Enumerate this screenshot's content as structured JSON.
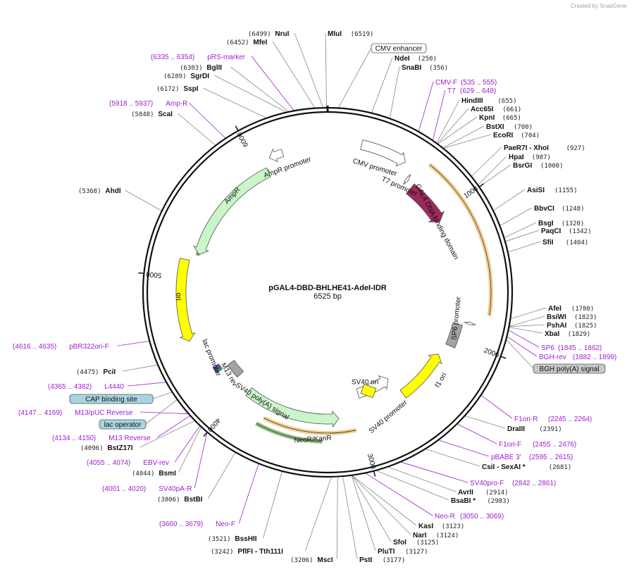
{
  "plasmid": {
    "name": "pGAL4-DBD-BHLHE41-AdeI-IDR",
    "size": "6525 bp",
    "length": 6525
  },
  "credit": "Created by SnapGene",
  "ticks": [
    "1000",
    "2000",
    "3000",
    "4000",
    "5000",
    "6000"
  ],
  "sites_left": [
    {
      "pos": "(6499)",
      "name": "NruI"
    },
    {
      "pos": "(6452)",
      "name": "MfeI"
    },
    {
      "pos": "(6303)",
      "name": "BglII"
    },
    {
      "pos": "(6289)",
      "name": "SgrDI"
    },
    {
      "pos": "(6172)",
      "name": "SspI"
    },
    {
      "pos": "(5848)",
      "name": "ScaI"
    },
    {
      "pos": "(5368)",
      "name": "AhdI"
    },
    {
      "pos": "(4475)",
      "name": "PciI"
    },
    {
      "pos": "(4096)",
      "name": "BstZ17I"
    },
    {
      "pos": "(4044)",
      "name": "BsmI"
    },
    {
      "pos": "(3806)",
      "name": "BstBI"
    },
    {
      "pos": "(3521)",
      "name": "BssHII"
    },
    {
      "pos": "(3242)",
      "name": "PflFI - Tth111I"
    },
    {
      "pos": "(3206)",
      "name": "MscI"
    }
  ],
  "sites_right": [
    {
      "name": "MluI",
      "pos": "(6519)"
    },
    {
      "name": "NdeI",
      "pos": "(250)"
    },
    {
      "name": "SnaBI",
      "pos": "(356)"
    },
    {
      "name": "HindIII",
      "pos": "(655)"
    },
    {
      "name": "Acc65I",
      "pos": "(661)"
    },
    {
      "name": "KpnI",
      "pos": "(665)"
    },
    {
      "name": "BstXI",
      "pos": "(700)"
    },
    {
      "name": "EcoRI",
      "pos": "(704)"
    },
    {
      "name": "PaeR7I - XhoI",
      "pos": "(927)"
    },
    {
      "name": "HpaI",
      "pos": "(987)"
    },
    {
      "name": "BsrGI",
      "pos": "(1000)"
    },
    {
      "name": "AsiSI",
      "pos": "(1155)"
    },
    {
      "name": "BbvCI",
      "pos": "(1248)"
    },
    {
      "name": "BsgI",
      "pos": "(1320)"
    },
    {
      "name": "PaqCI",
      "pos": "(1342)"
    },
    {
      "name": "SfiI",
      "pos": "(1404)"
    },
    {
      "name": "AfeI",
      "pos": "(1780)"
    },
    {
      "name": "BsiWI",
      "pos": "(1823)"
    },
    {
      "name": "PshAI",
      "pos": "(1825)"
    },
    {
      "name": "XbaI",
      "pos": "(1829)"
    },
    {
      "name": "DraIII",
      "pos": "(2391)"
    },
    {
      "name": "CsiI - SexAI *",
      "pos": "(2681)"
    },
    {
      "name": "AvrII",
      "pos": "(2914)"
    },
    {
      "name": "BsaBI *",
      "pos": "(2983)"
    },
    {
      "name": "KasI",
      "pos": "(3123)"
    },
    {
      "name": "NarI",
      "pos": "(3124)"
    },
    {
      "name": "SfoI",
      "pos": "(3125)"
    },
    {
      "name": "PluTI",
      "pos": "(3127)"
    },
    {
      "name": "PstI",
      "pos": "(3177)"
    }
  ],
  "primers_left": [
    {
      "range": "(6335 .. 6354)",
      "name": "pRS-marker"
    },
    {
      "range": "(5918 .. 5937)",
      "name": "Amp-R"
    },
    {
      "range": "(4616 .. 4635)",
      "name": "pBR322ori-F"
    },
    {
      "range": "(4365 .. 4382)",
      "name": "L4440"
    },
    {
      "range": "(4147 .. 4169)",
      "name": "M13/pUC Reverse"
    },
    {
      "range": "(4134 .. 4150)",
      "name": "M13 Reverse"
    },
    {
      "range": "(4055 .. 4074)",
      "name": "EBV-rev"
    },
    {
      "range": "(4001 .. 4020)",
      "name": "SV40pA-R"
    },
    {
      "range": "(3660 .. 3679)",
      "name": "Neo-F"
    }
  ],
  "primers_right": [
    {
      "name": "CMV-F",
      "range": "(535 .. 555)"
    },
    {
      "name": "T7",
      "range": "(629 .. 648)"
    },
    {
      "name": "SP6",
      "range": "(1845 .. 1862)"
    },
    {
      "name": "BGH-rev",
      "range": "(1882 .. 1899)"
    },
    {
      "name": "F1ori-R",
      "range": "(2245 .. 2264)"
    },
    {
      "name": "F1ori-F",
      "range": "(2455 .. 2476)"
    },
    {
      "name": "pBABE 3'",
      "range": "(2595 .. 2615)"
    },
    {
      "name": "SV40pro-F",
      "range": "(2842 .. 2861)"
    },
    {
      "name": "Neo-R",
      "range": "(3050 .. 3069)"
    }
  ],
  "boxed": {
    "cmv_enhancer": "CMV enhancer",
    "bgh": "BGH poly(A) signal",
    "cap": "CAP binding site",
    "lac_operator": "lac operator"
  },
  "features": {
    "cmv_promoter": "CMV promoter",
    "t7_promoter": "T7 promoter",
    "gal4": "GAL4 DNA binding domain",
    "sp6": "SP6 promoter",
    "f1ori": "f1 ori",
    "sv40_promoter": "SV40 promoter",
    "sv40_ori": "SV40 ori",
    "neo": "NeoR/KanR",
    "sv40_pa": "SV40 poly(A) signal",
    "m13rev": "M13 rev",
    "lac_promoter": "lac promoter",
    "ori": "ori",
    "ampr": "AmpR",
    "ampr_promoter": "AmpR promoter"
  },
  "colors": {
    "backbone": "#111111",
    "primer": "#a020d0",
    "gal4": "#9b2a5e",
    "ampr": "#c9f5c9",
    "ori": "#ffff00",
    "promoter": "#ffffff",
    "polya": "#a0a4a8",
    "orf_highlight": "#e8a735",
    "green_highlight": "#3a8a1e",
    "box_blue": "#a8d4e0",
    "box_grey": "#c8c8c8"
  }
}
